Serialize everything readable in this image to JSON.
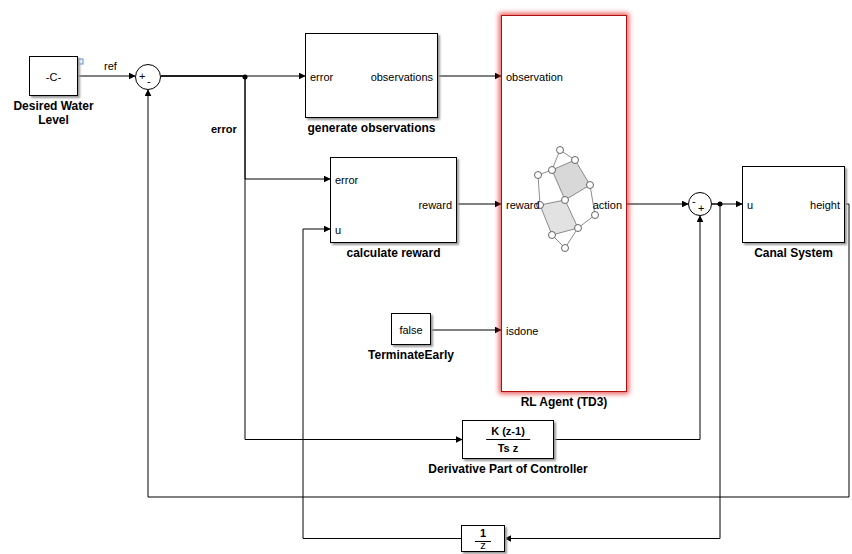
{
  "diagram": {
    "nodes": [
      {
        "text": [
          "-C-",
          "Desired Water Level"
        ]
      },
      {
        "text": [
          "+",
          "-"
        ]
      },
      {
        "text": [
          "error",
          "observations",
          "generate observations"
        ]
      },
      {
        "text": [
          "error",
          "reward",
          "u",
          "calculate reward"
        ]
      },
      {
        "text": [
          "observation",
          "reward",
          "action",
          "isdone",
          "RL Agent (TD3)"
        ]
      },
      {
        "text": [
          "false",
          "TerminateEarly"
        ]
      },
      {
        "text": [
          "-",
          "+"
        ]
      },
      {
        "text": [
          "u",
          "height",
          "Canal System"
        ]
      },
      {
        "text": [
          "K (z-1)",
          "Ts z",
          "Derivative Part of Controller"
        ]
      },
      {
        "text": [
          "1",
          "z"
        ]
      }
    ],
    "edges": [
      {
        "from": 0,
        "to": 1,
        "arrow": "to",
        "label": "ref"
      },
      {
        "from": 1,
        "to": 2,
        "arrow": "to"
      },
      {
        "from": 1,
        "to": 3,
        "arrow": "to"
      },
      {
        "from": 1,
        "to": 8,
        "arrow": "to"
      },
      {
        "from": 2,
        "to": 4,
        "arrow": "to"
      },
      {
        "from": 3,
        "to": 4,
        "arrow": "to"
      },
      {
        "from": 5,
        "to": 4,
        "arrow": "to"
      },
      {
        "from": 4,
        "to": 6,
        "arrow": "to"
      },
      {
        "from": 8,
        "to": 6,
        "arrow": "to"
      },
      {
        "from": 6,
        "to": 7,
        "arrow": "to"
      },
      {
        "from": 6,
        "to": 9,
        "arrow": "to"
      },
      {
        "from": 9,
        "to": 3,
        "arrow": "to"
      },
      {
        "from": 7,
        "to": 1,
        "arrow": "to"
      }
    ],
    "labels": [
      "error"
    ]
  }
}
